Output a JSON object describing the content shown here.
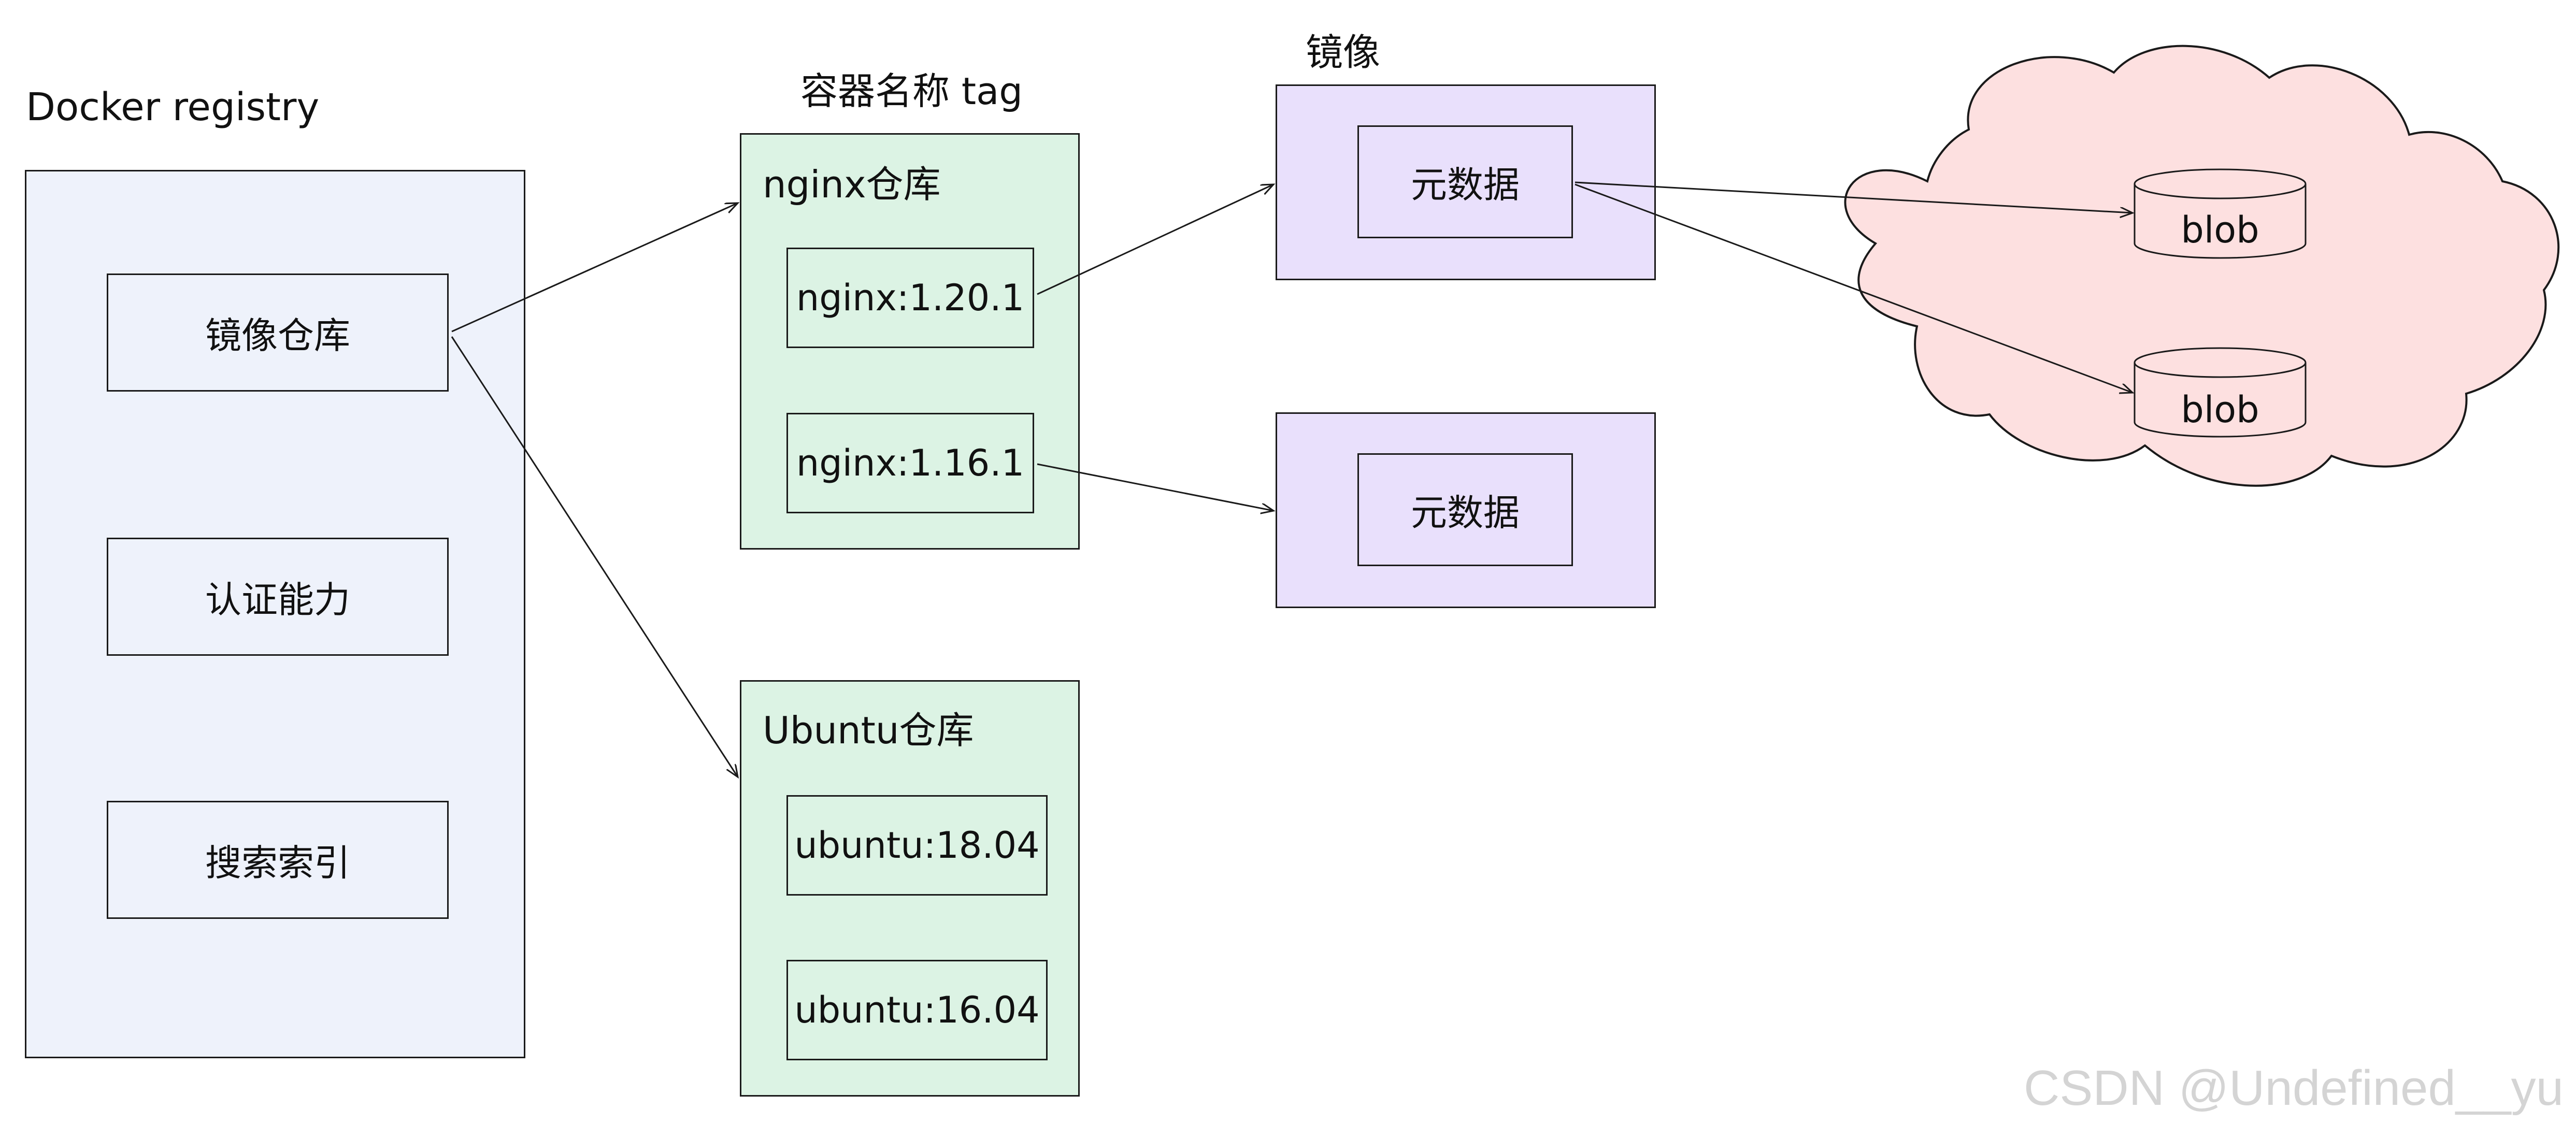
{
  "registry": {
    "title": "Docker registry",
    "items": [
      "镜像仓库",
      "认证能力",
      "搜索索引"
    ],
    "color": "#eef2fb"
  },
  "repos": {
    "header": "容器名称  tag",
    "nginx": {
      "title": "nginx仓库",
      "tags": [
        "nginx:1.20.1",
        "nginx:1.16.1"
      ]
    },
    "ubuntu": {
      "title": "Ubuntu仓库",
      "tags": [
        "ubuntu:18.04",
        "ubuntu:16.04"
      ]
    },
    "color": "#dcf3e4"
  },
  "images": {
    "header": "镜像",
    "metadata_label": "元数据",
    "color": "#e9e0fc"
  },
  "storage": {
    "blobs": [
      "blob",
      "blob"
    ],
    "cloud_color": "#fde0e0"
  },
  "watermark": "CSDN @Undefined__yu"
}
